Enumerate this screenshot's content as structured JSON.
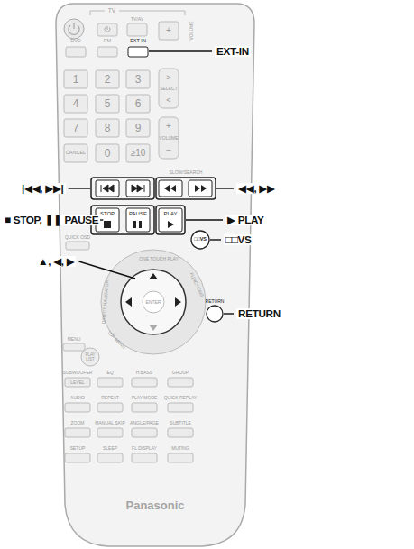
{
  "diagram": {
    "labels": [
      "EXT-IN",
      "◀◀, ▶▶",
      "▶ PLAY",
      "□□VS",
      "RETURN",
      "|◀◀, ▶▶|",
      "■ STOP, ❚❚ PAUSE",
      "▲, ◀, ▶",
      "TV",
      "TV/AV",
      "VOLUME",
      "DVD",
      "FM",
      "EXT-IN",
      "1",
      "2",
      "3",
      "4",
      "5",
      "6",
      "7",
      "8",
      "9",
      "CANCEL",
      "0",
      "≥10",
      "SELECT",
      "VOLUME",
      "STOP",
      "PAUSE",
      "PLAY",
      "SLOW/SEARCH",
      "QUICK OSD",
      "□□VS",
      "TOP MENU",
      "ONE TOUCH PLAY",
      "DIRECT NAVIGATOR",
      "FUNCTIONS",
      "ENTER",
      "MENU",
      "PLAY LIST",
      "RETURN",
      "SUBWOOFER",
      "LEVEL",
      "EQ",
      "H.BASS",
      "GROUP",
      "AUDIO",
      "REPEAT",
      "PLAY MODE",
      "QUICK REPLAY",
      "ZOOM",
      "MANUAL SKIP",
      "ANGLE/PAGE",
      "SUBTITLE",
      "SETUP",
      "SLEEP",
      "FL DISPLAY",
      "MUTING",
      "Panasonic",
      "+",
      ">",
      "<",
      "+",
      "−"
    ]
  }
}
